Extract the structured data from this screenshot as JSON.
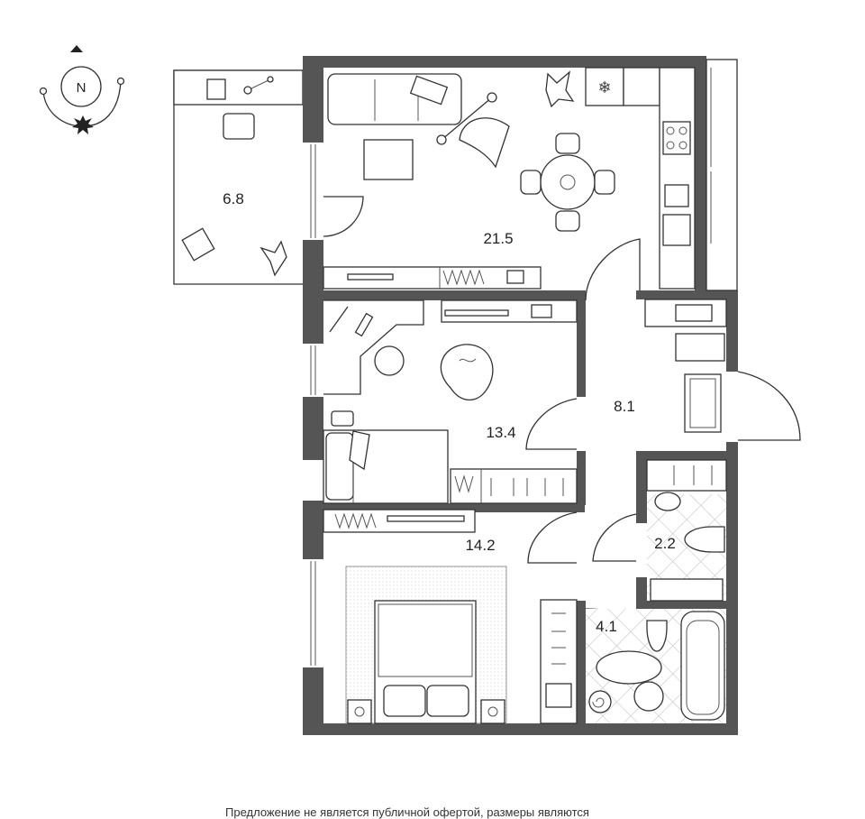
{
  "compass": {
    "label": "N"
  },
  "rooms": [
    {
      "id": "balcony",
      "area": "6.8"
    },
    {
      "id": "living-kitchen",
      "area": "21.5"
    },
    {
      "id": "bedroom-small",
      "area": "13.4"
    },
    {
      "id": "hall",
      "area": "8.1"
    },
    {
      "id": "bedroom-large",
      "area": "14.2"
    },
    {
      "id": "toilet",
      "area": "2.2"
    },
    {
      "id": "bathroom",
      "area": "4.1"
    }
  ],
  "footer": {
    "note": "Предложение не является публичной офертой, размеры являются"
  },
  "colors": {
    "wall": "#555555",
    "line": "#333333",
    "tile": "#bbbbbb"
  }
}
